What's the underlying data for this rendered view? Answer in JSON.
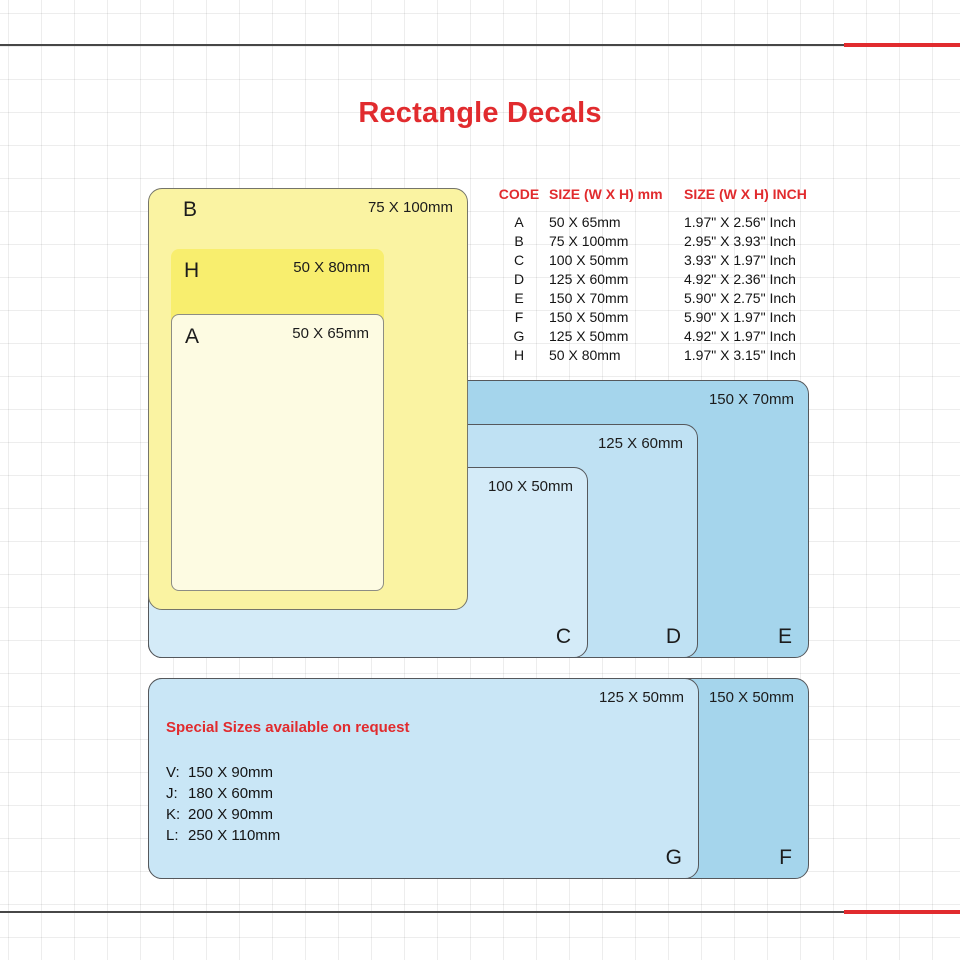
{
  "title": "Rectangle Decals",
  "colors": {
    "accent": "#e12b2e",
    "yellow_b": "#faf3a2",
    "yellow_h": "#f8ee6e",
    "cream_a": "#fdfbe2",
    "blue_e": "#a5d5ec",
    "blue_d": "#bfe1f3",
    "blue_c": "#d4ebf8",
    "blue_g": "#c9e6f6",
    "blue_f": "#a5d5ec"
  },
  "table": {
    "headers": {
      "code": "CODE",
      "mm": "SIZE (W X H) mm",
      "inch": "SIZE (W X H) INCH"
    },
    "rows": [
      {
        "code": "A",
        "mm": "50 X 65mm",
        "inch": "1.97\" X 2.56\" Inch"
      },
      {
        "code": "B",
        "mm": "75 X 100mm",
        "inch": "2.95\" X 3.93\" Inch"
      },
      {
        "code": "C",
        "mm": "100 X 50mm",
        "inch": "3.93\" X 1.97\" Inch"
      },
      {
        "code": "D",
        "mm": "125 X 60mm",
        "inch": "4.92\" X 2.36\" Inch"
      },
      {
        "code": "E",
        "mm": "150 X 70mm",
        "inch": "5.90\" X 2.75\" Inch"
      },
      {
        "code": "F",
        "mm": "150 X 50mm",
        "inch": "5.90\" X 1.97\" Inch"
      },
      {
        "code": "G",
        "mm": "125 X 50mm",
        "inch": "4.92\" X 1.97\" Inch"
      },
      {
        "code": "H",
        "mm": "50 X 80mm",
        "inch": "1.97\" X 3.15\" Inch"
      }
    ]
  },
  "decals": {
    "a": {
      "letter": "A",
      "size": "50 X 65mm"
    },
    "b": {
      "letter": "B",
      "size": "75 X 100mm"
    },
    "c": {
      "letter": "C",
      "size": "100 X 50mm"
    },
    "d": {
      "letter": "D",
      "size": "125 X 60mm"
    },
    "e": {
      "letter": "E",
      "size": "150 X 70mm"
    },
    "f": {
      "letter": "F",
      "size": "150 X 50mm"
    },
    "g": {
      "letter": "G",
      "size": "125 X 50mm"
    },
    "h": {
      "letter": "H",
      "size": "50 X 80mm"
    }
  },
  "special": {
    "heading": "Special Sizes available on request",
    "items": [
      {
        "code": "V:",
        "size": "150 X 90mm"
      },
      {
        "code": "J:",
        "size": "180 X 60mm"
      },
      {
        "code": "K:",
        "size": "200 X 90mm"
      },
      {
        "code": "L:",
        "size": "250 X 110mm"
      }
    ]
  }
}
